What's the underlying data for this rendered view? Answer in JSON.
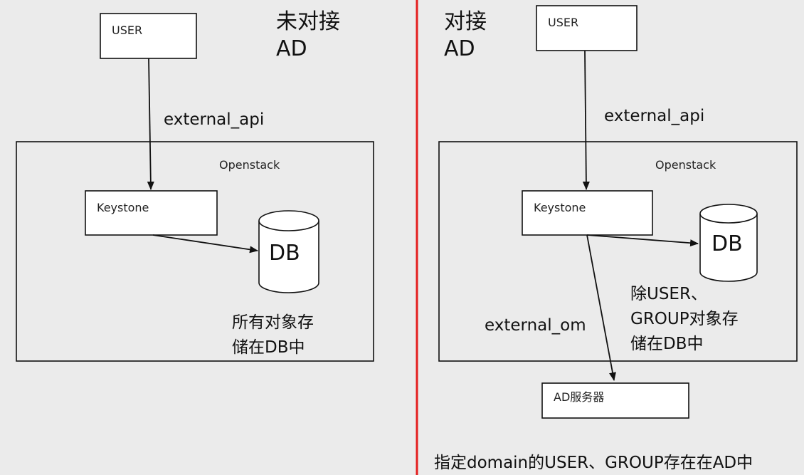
{
  "colors": {
    "divider": "#e41e1e",
    "background": "#ebebeb",
    "box_fill": "#ffffff",
    "stroke": "#111111"
  },
  "left": {
    "heading_line1": "未对接",
    "heading_line2": "AD",
    "user_label": "USER",
    "api_label": "external_api",
    "openstack_label": "Openstack",
    "keystone_label": "Keystone",
    "db_label": "DB",
    "note_line1": "所有对象存",
    "note_line2": "储在DB中"
  },
  "right": {
    "heading_line1": "对接",
    "heading_line2": "AD",
    "user_label": "USER",
    "api_label": "external_api",
    "openstack_label": "Openstack",
    "keystone_label": "Keystone",
    "db_label": "DB",
    "note_line1": "除USER、",
    "note_line2": "GROUP对象存",
    "note_line3": "储在DB中",
    "om_label": "external_om",
    "ad_server_label": "AD服务器",
    "footer": "指定domain的USER、GROUP存在在AD中"
  }
}
